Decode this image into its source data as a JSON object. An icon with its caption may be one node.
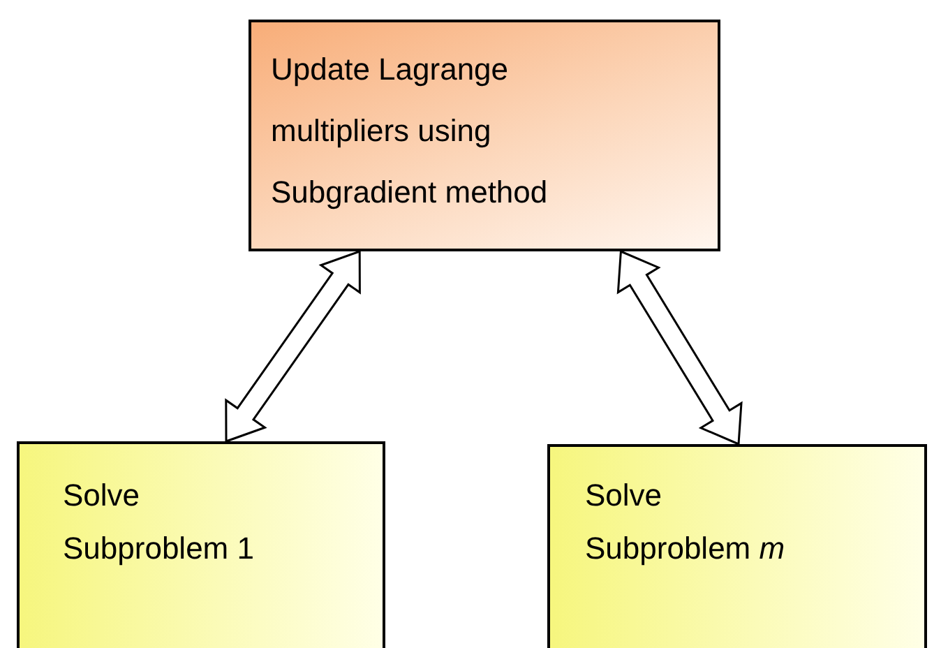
{
  "diagram": {
    "nodes": [
      {
        "text": [
          "Update Lagrange multipliers using Subgradient method"
        ]
      },
      {
        "text": [
          "Solve Subproblem 1"
        ]
      },
      {
        "text": [
          "Solve Subproblem *m*"
        ]
      }
    ],
    "edges": [
      {
        "from": 0,
        "to": 1,
        "arrow": "both"
      },
      {
        "from": 0,
        "to": 2,
        "arrow": "both"
      }
    ]
  }
}
